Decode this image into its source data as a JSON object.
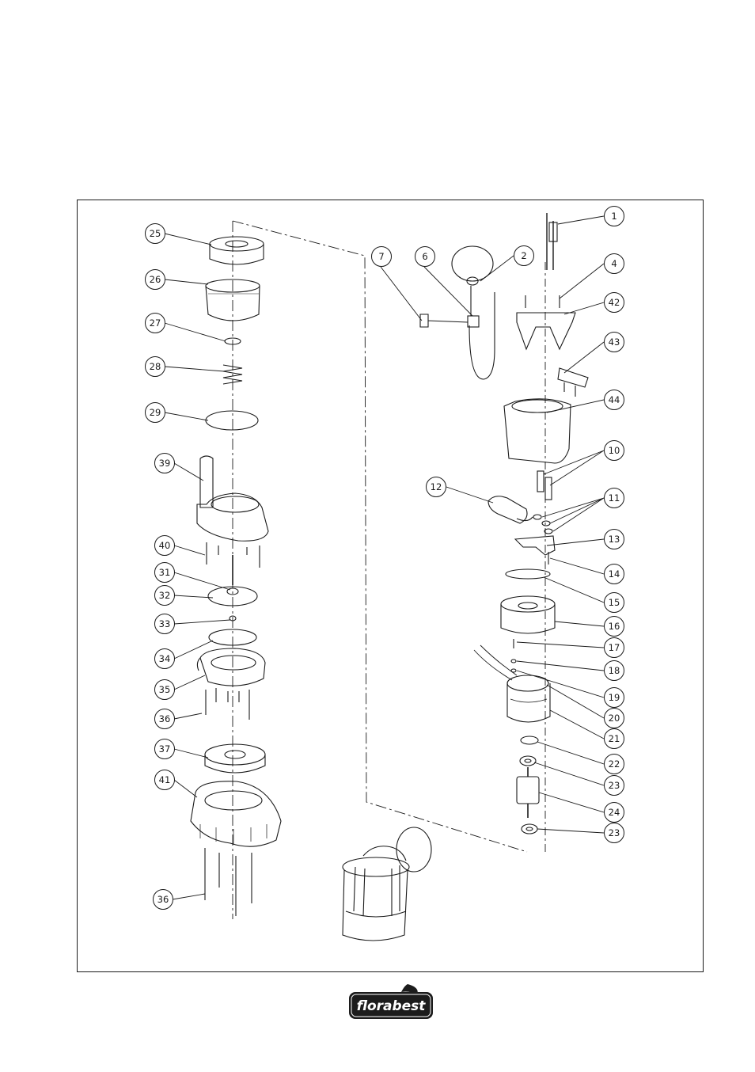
{
  "brand": {
    "name": "florabest",
    "colors": {
      "logo_bg": "#1c1c1c",
      "logo_text": "#ffffff",
      "line": "#1a1a1a"
    }
  },
  "callouts": [
    {
      "label": "1"
    },
    {
      "label": "2"
    },
    {
      "label": "4"
    },
    {
      "label": "6"
    },
    {
      "label": "7"
    },
    {
      "label": "42"
    },
    {
      "label": "43"
    },
    {
      "label": "44"
    },
    {
      "label": "10"
    },
    {
      "label": "11"
    },
    {
      "label": "12"
    },
    {
      "label": "13"
    },
    {
      "label": "14"
    },
    {
      "label": "15"
    },
    {
      "label": "16"
    },
    {
      "label": "17"
    },
    {
      "label": "18"
    },
    {
      "label": "19"
    },
    {
      "label": "20"
    },
    {
      "label": "21"
    },
    {
      "label": "22"
    },
    {
      "label": "23"
    },
    {
      "label": "24"
    },
    {
      "label": "23"
    },
    {
      "label": "25"
    },
    {
      "label": "26"
    },
    {
      "label": "27"
    },
    {
      "label": "28"
    },
    {
      "label": "29"
    },
    {
      "label": "39"
    },
    {
      "label": "40"
    },
    {
      "label": "31"
    },
    {
      "label": "32"
    },
    {
      "label": "33"
    },
    {
      "label": "34"
    },
    {
      "label": "35"
    },
    {
      "label": "36"
    },
    {
      "label": "37"
    },
    {
      "label": "41"
    },
    {
      "label": "36"
    }
  ]
}
